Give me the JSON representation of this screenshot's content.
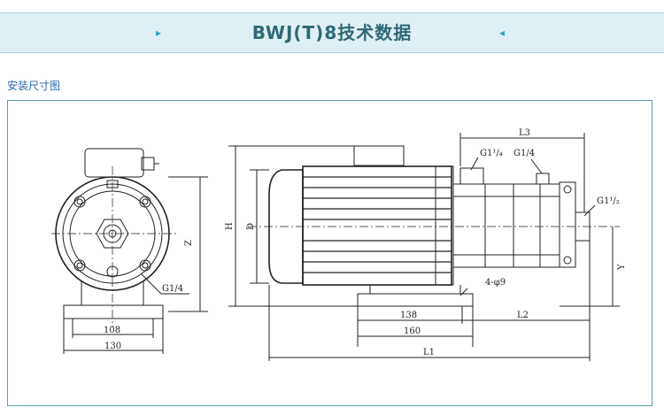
{
  "header": {
    "title": "BWJ(T)8技术数据"
  },
  "section": {
    "label": "安装尺寸图"
  },
  "drawing": {
    "labels": {
      "l1": "L1",
      "l2": "L2",
      "l3": "L3",
      "h": "H",
      "d": "D",
      "y": "Y",
      "z": "Z",
      "dim_138": "138",
      "dim_160": "160",
      "dim_108": "108",
      "dim_130": "130",
      "holes": "4-φ9",
      "g14_left": "G1/4",
      "g14_top": "G1/4",
      "g1_quarter": "G1¹/₄",
      "g1_half": "G1¹/₂"
    }
  }
}
